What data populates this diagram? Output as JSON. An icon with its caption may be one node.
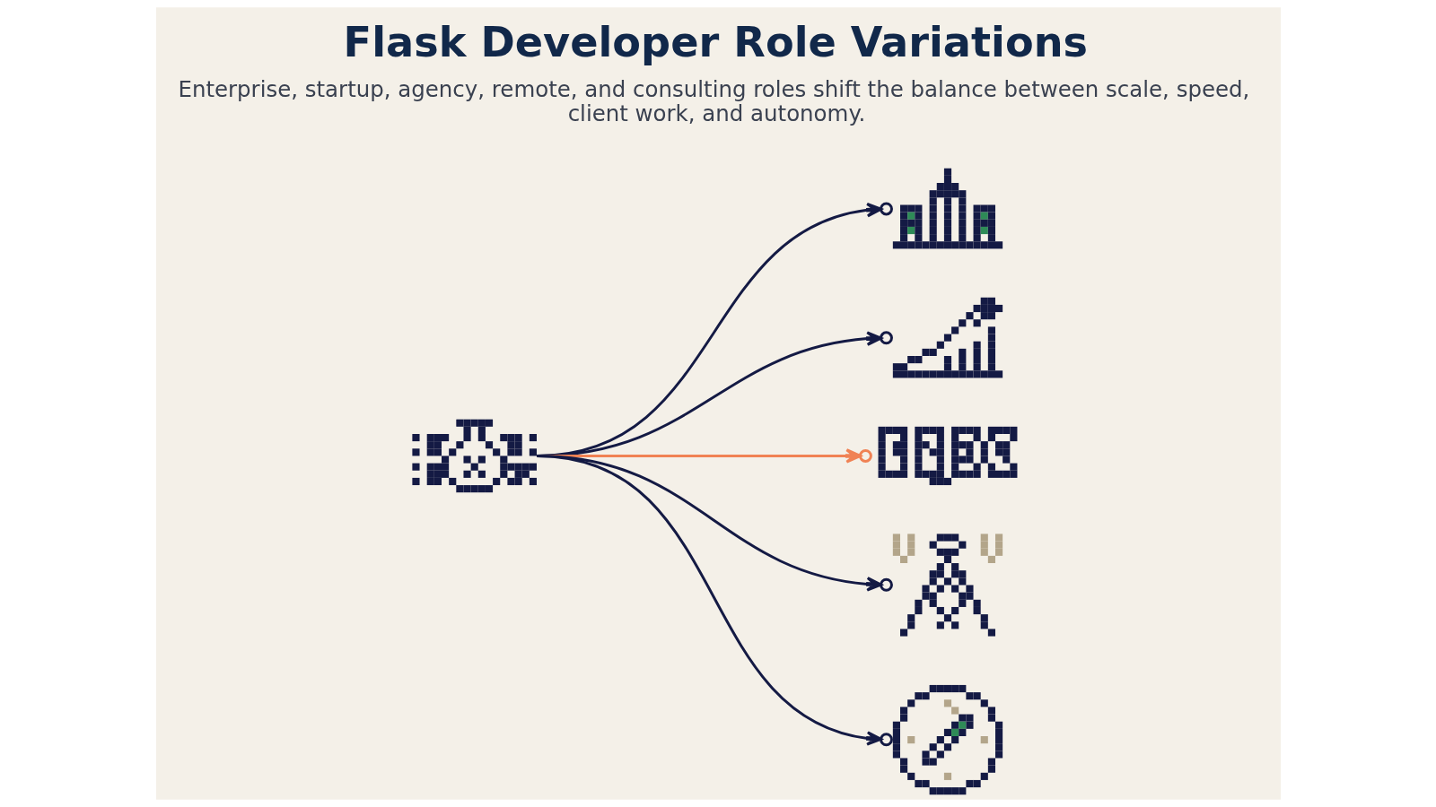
{
  "diagram": {
    "title": "Flask Developer Role Variations",
    "caption": "Enterprise, startup, agency, remote, and consulting roles shift the balance between scale, speed, client work, and autonomy.",
    "nodes": [
      {
        "text": [],
        "shape": "picture"
      },
      {
        "text": [],
        "shape": "picture"
      },
      {
        "text": [],
        "shape": "picture"
      },
      {
        "text": [],
        "shape": "picture"
      },
      {
        "text": [],
        "shape": "picture"
      },
      {
        "text": [],
        "shape": "picture"
      }
    ],
    "edges": [
      {
        "from": 0,
        "to": 1,
        "arrow": "to"
      },
      {
        "from": 0,
        "to": 2,
        "arrow": "to"
      },
      {
        "from": 0,
        "to": 3,
        "arrow": "to",
        "color": "#f08254"
      },
      {
        "from": 0,
        "to": 4,
        "arrow": "to"
      },
      {
        "from": 0,
        "to": 5,
        "arrow": "to"
      }
    ]
  }
}
